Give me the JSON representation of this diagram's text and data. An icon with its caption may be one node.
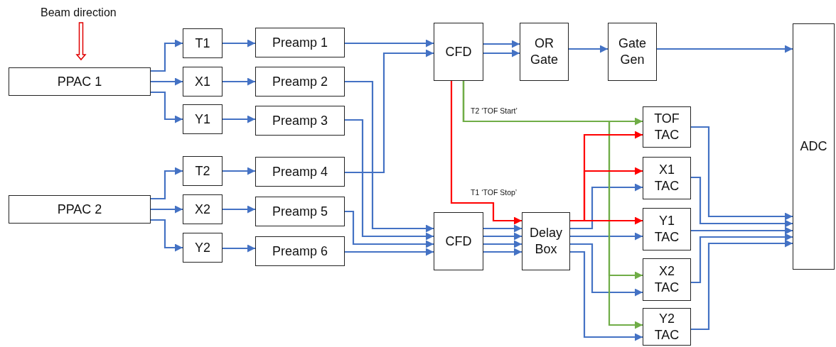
{
  "diagram": {
    "nodes": [
      {
        "text": [
          "PPAC 1"
        ]
      },
      {
        "text": [
          "PPAC 2"
        ]
      },
      {
        "text": [
          "T1"
        ]
      },
      {
        "text": [
          "X1"
        ]
      },
      {
        "text": [
          "Y1"
        ]
      },
      {
        "text": [
          "T2"
        ]
      },
      {
        "text": [
          "X2"
        ]
      },
      {
        "text": [
          "Y2"
        ]
      },
      {
        "text": [
          "Preamp 1"
        ]
      },
      {
        "text": [
          "Preamp 2"
        ]
      },
      {
        "text": [
          "Preamp 3"
        ]
      },
      {
        "text": [
          "Preamp 4"
        ]
      },
      {
        "text": [
          "Preamp 5"
        ]
      },
      {
        "text": [
          "Preamp 6"
        ]
      },
      {
        "text": [
          "CFD"
        ]
      },
      {
        "text": [
          "OR Gate"
        ]
      },
      {
        "text": [
          "Gate Gen"
        ]
      },
      {
        "text": [
          "ADC"
        ]
      },
      {
        "text": [
          "CFD"
        ]
      },
      {
        "text": [
          "Delay Box"
        ]
      },
      {
        "text": [
          "TOF TAC"
        ]
      },
      {
        "text": [
          "X1 TAC"
        ]
      },
      {
        "text": [
          "Y1 TAC"
        ]
      },
      {
        "text": [
          "X2 TAC"
        ]
      },
      {
        "text": [
          "Y2 TAC"
        ]
      }
    ],
    "edges": [
      {
        "from": 0,
        "to": 2,
        "arrow": "to"
      },
      {
        "from": 0,
        "to": 3,
        "arrow": "to"
      },
      {
        "from": 0,
        "to": 4,
        "arrow": "to"
      },
      {
        "from": 1,
        "to": 5,
        "arrow": "to"
      },
      {
        "from": 1,
        "to": 6,
        "arrow": "to"
      },
      {
        "from": 1,
        "to": 7,
        "arrow": "to"
      },
      {
        "from": 2,
        "to": 8,
        "arrow": "to"
      },
      {
        "from": 3,
        "to": 9,
        "arrow": "to"
      },
      {
        "from": 4,
        "to": 10,
        "arrow": "to"
      },
      {
        "from": 5,
        "to": 11,
        "arrow": "to"
      },
      {
        "from": 6,
        "to": 12,
        "arrow": "to"
      },
      {
        "from": 7,
        "to": 13,
        "arrow": "to"
      },
      {
        "from": 8,
        "to": 14,
        "arrow": "to"
      },
      {
        "from": 11,
        "to": 14,
        "arrow": "to"
      },
      {
        "from": 9,
        "to": 18,
        "arrow": "to"
      },
      {
        "from": 10,
        "to": 18,
        "arrow": "to"
      },
      {
        "from": 12,
        "to": 18,
        "arrow": "to"
      },
      {
        "from": 13,
        "to": 18,
        "arrow": "to"
      },
      {
        "from": 14,
        "to": 15,
        "arrow": "to"
      },
      {
        "from": 14,
        "to": 15,
        "arrow": "to"
      },
      {
        "from": 15,
        "to": 16,
        "arrow": "to"
      },
      {
        "from": 16,
        "to": 17,
        "arrow": "to"
      },
      {
        "from": 14,
        "to": 19,
        "arrow": "to",
        "label": "T1 ‘TOF Stop’",
        "color": "#ff0000"
      },
      {
        "from": 14,
        "to": 20,
        "arrow": "to",
        "label": "T2 ‘TOF Start’",
        "color": "#70ad47"
      },
      {
        "from": 14,
        "to": 23,
        "arrow": "to",
        "color": "#70ad47"
      },
      {
        "from": 14,
        "to": 24,
        "arrow": "to",
        "color": "#70ad47"
      },
      {
        "from": 18,
        "to": 19,
        "arrow": "to"
      },
      {
        "from": 18,
        "to": 19,
        "arrow": "to"
      },
      {
        "from": 18,
        "to": 19,
        "arrow": "to"
      },
      {
        "from": 18,
        "to": 19,
        "arrow": "to"
      },
      {
        "from": 19,
        "to": 20,
        "arrow": "to",
        "color": "#ff0000"
      },
      {
        "from": 19,
        "to": 21,
        "arrow": "to",
        "color": "#ff0000"
      },
      {
        "from": 19,
        "to": 22,
        "arrow": "to",
        "color": "#ff0000"
      },
      {
        "from": 19,
        "to": 21,
        "arrow": "to"
      },
      {
        "from": 19,
        "to": 22,
        "arrow": "to"
      },
      {
        "from": 19,
        "to": 23,
        "arrow": "to"
      },
      {
        "from": 19,
        "to": 24,
        "arrow": "to"
      },
      {
        "from": 20,
        "to": 17,
        "arrow": "to"
      },
      {
        "from": 21,
        "to": 17,
        "arrow": "to"
      },
      {
        "from": 22,
        "to": 17,
        "arrow": "to"
      },
      {
        "from": 23,
        "to": 17,
        "arrow": "to"
      },
      {
        "from": 24,
        "to": 17,
        "arrow": "to"
      }
    ],
    "labels": [
      "Beam direction"
    ]
  }
}
